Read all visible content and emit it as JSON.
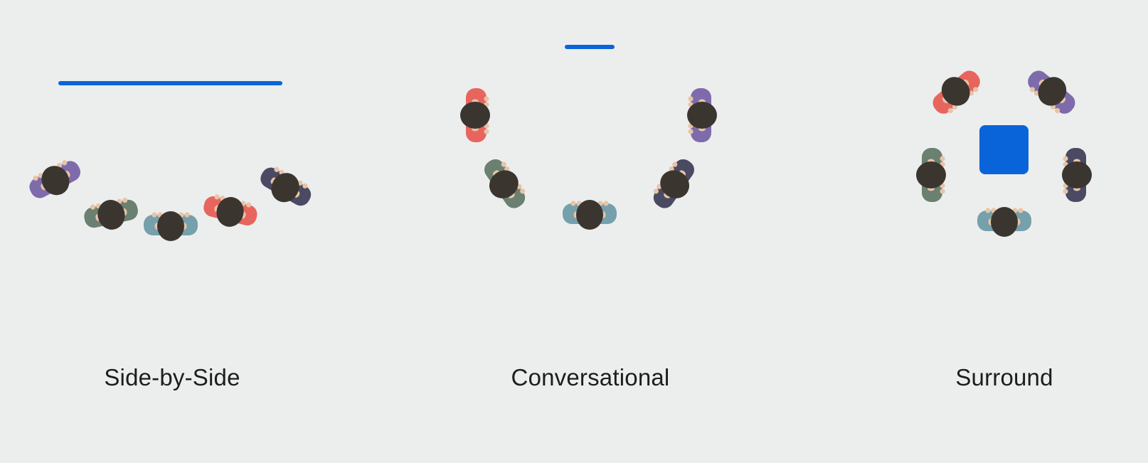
{
  "colors": {
    "background": "#eceeee",
    "accent": "#0a64d9",
    "hair": "#3b3530",
    "skin": "#e8c4a8",
    "shirts": {
      "purple": "#7e6bab",
      "sage": "#6a8070",
      "teal": "#76a0ab",
      "coral": "#e8655e",
      "slate": "#4b4a63"
    }
  },
  "layouts": [
    {
      "id": "side-by-side",
      "label": "Side-by-Side",
      "focus": {
        "shape": "wide-line"
      },
      "people": [
        {
          "shirt": "purple",
          "facing": "screen"
        },
        {
          "shirt": "sage",
          "facing": "screen"
        },
        {
          "shirt": "teal",
          "facing": "screen"
        },
        {
          "shirt": "coral",
          "facing": "screen"
        },
        {
          "shirt": "slate",
          "facing": "screen"
        }
      ]
    },
    {
      "id": "conversational",
      "label": "Conversational",
      "focus": {
        "shape": "short-line"
      },
      "people": [
        {
          "shirt": "coral",
          "facing": "center"
        },
        {
          "shirt": "sage",
          "facing": "center"
        },
        {
          "shirt": "teal",
          "facing": "center"
        },
        {
          "shirt": "slate",
          "facing": "center"
        },
        {
          "shirt": "purple",
          "facing": "center"
        }
      ]
    },
    {
      "id": "surround",
      "label": "Surround",
      "focus": {
        "shape": "square"
      },
      "people": [
        {
          "shirt": "coral",
          "facing": "center"
        },
        {
          "shirt": "purple",
          "facing": "center"
        },
        {
          "shirt": "sage",
          "facing": "center"
        },
        {
          "shirt": "slate",
          "facing": "center"
        },
        {
          "shirt": "teal",
          "facing": "center"
        }
      ]
    }
  ]
}
